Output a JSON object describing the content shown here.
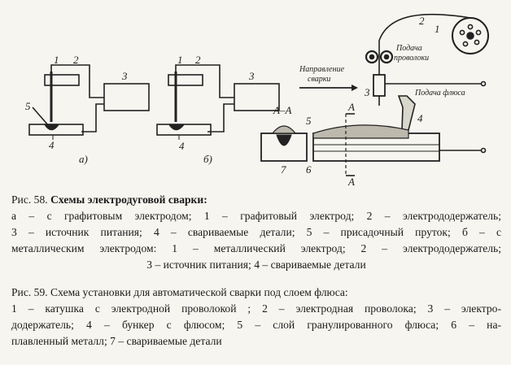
{
  "figure_labels": {
    "fig_a": {
      "n1": "1",
      "n2": "2",
      "n3": "3",
      "n4": "4",
      "n5": "5",
      "letter": "a)"
    },
    "fig_b": {
      "n1": "1",
      "n2": "2",
      "n3": "3",
      "n4": "4",
      "letter": "б)"
    },
    "fig_59": {
      "n1": "1",
      "n2": "2",
      "n3": "3",
      "n4": "4",
      "n5": "5",
      "n6": "6",
      "n7": "7",
      "direction_1": "Направление",
      "direction_2": "сварки",
      "feed_wire_1": "Подача",
      "feed_wire_2": "проволоки",
      "feed_flux": "Подача флюса",
      "section": "А–А",
      "cut_a": "А"
    }
  },
  "caption_58": {
    "title_prefix": "Рис. 58.",
    "title_text": "Схемы электродуговой сварки:",
    "lines": [
      "а – с графитовым электродом; 1 – графитовый электрод; 2 – электрододержатель;",
      "3 – источник питания; 4 – свариваемые детали; 5 – присадочный пруток; б – с",
      "металлическим электродом: 1 – металлический электрод; 2 – электрододержатель;",
      "3 – источник питания; 4 – свариваемые детали"
    ]
  },
  "caption_59": {
    "title": "Рис. 59. Схема установки для автоматической сварки под слоем флюса:",
    "lines": [
      "1 – катушка с электродной проволокой ; 2 – электродная проволока; 3 – электро-",
      "додержатель; 4 – бункер с флюсом; 5 – слой гранулированного флюса; 6 – на-",
      "плавленный металл; 7 – свариваемые детали"
    ]
  }
}
